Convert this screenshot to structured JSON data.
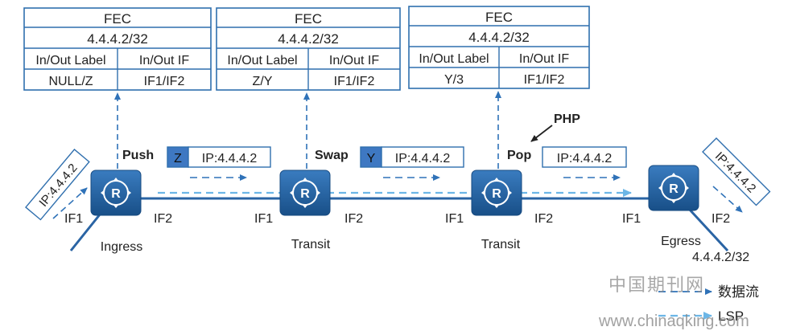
{
  "colors": {
    "box_border": "#2f6fae",
    "router_fill": "#1f5f9e",
    "link_line": "#2a64a4",
    "dashed_arrow": "#2f72b8",
    "lsp_arrow": "#6cb6e6",
    "label_fill": "#3e78c2",
    "text": "#222222",
    "watermark": "#8a8a8a"
  },
  "fec_tables": [
    {
      "fec_header": "FEC",
      "fec_value": "4.4.4.2/32",
      "label_header": "In/Out Label",
      "if_header": "In/Out IF",
      "label_value": "NULL/Z",
      "if_value": "IF1/IF2"
    },
    {
      "fec_header": "FEC",
      "fec_value": "4.4.4.2/32",
      "label_header": "In/Out Label",
      "if_header": "In/Out IF",
      "label_value": "Z/Y",
      "if_value": "IF1/IF2"
    },
    {
      "fec_header": "FEC",
      "fec_value": "4.4.4.2/32",
      "label_header": "In/Out Label",
      "if_header": "In/Out IF",
      "label_value": "Y/3",
      "if_value": "IF1/IF2"
    }
  ],
  "routers": [
    {
      "glyph": "R",
      "name": "Ingress",
      "if_in": "IF1",
      "if_out": "IF2"
    },
    {
      "glyph": "R",
      "name": "Transit",
      "if_in": "IF1",
      "if_out": "IF2"
    },
    {
      "glyph": "R",
      "name": "Transit",
      "if_in": "IF1",
      "if_out": "IF2"
    },
    {
      "glyph": "R",
      "name": "Egress",
      "if_in": "IF1",
      "if_out": "IF2"
    }
  ],
  "operations": {
    "push": "Push",
    "swap": "Swap",
    "pop": "Pop",
    "php": "PHP"
  },
  "packets": {
    "ingress_in": "IP:4.4.4.2",
    "link1_label": "Z",
    "link1_ip": "IP:4.4.4.2",
    "link2_label": "Y",
    "link2_ip": "IP:4.4.4.2",
    "link3_ip": "IP:4.4.4.2",
    "egress_out": "IP:4.4.4.2"
  },
  "egress_prefix": "4.4.4.2/32",
  "legend": {
    "data_flow": "数据流",
    "lsp": "LSP"
  },
  "watermark": {
    "cn": "中国期刊网",
    "url": "www.chinaqking.com"
  }
}
